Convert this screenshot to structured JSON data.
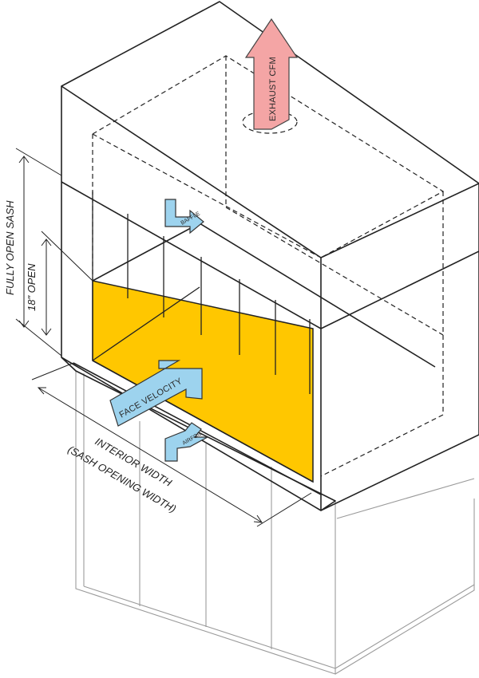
{
  "diagram": {
    "title": "Fume hood airflow schematic",
    "labels": {
      "exhaust": "EXHAUST CFM",
      "face_velocity": "FACE VELOCITY",
      "fully_open_sash": "FULLY OPEN SASH",
      "sash_18_open": "18\" OPEN",
      "interior_width": "INTERIOR WIDTH",
      "sash_opening_width": "(SASH OPENING WIDTH)",
      "baffle_small": "BAFFLE",
      "airfoil_small": "AIRFOIL"
    },
    "colors": {
      "opening_fill": "#FFC700",
      "exhaust_arrow": "#F4A5A5",
      "airflow_arrow": "#9DD3EE",
      "line": "#222222",
      "cabinet_line": "#9a9a9a"
    }
  }
}
